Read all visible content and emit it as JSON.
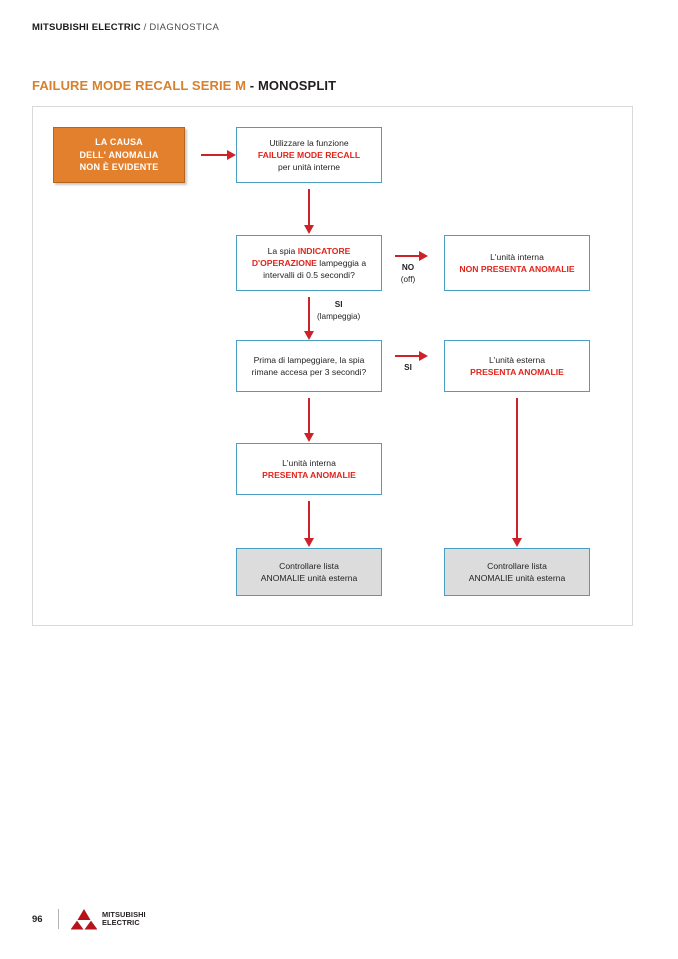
{
  "header": {
    "brand": "MITSUBISHI ELECTRIC",
    "separator": " / ",
    "section": "DIAGNOSTICA"
  },
  "title": {
    "highlight": "FAILURE MODE RECALL SERIE M",
    "rest": " - MONOSPLIT"
  },
  "colors": {
    "orange_fill": "#E3802E",
    "title_orange": "#D8802C",
    "box_border_blue": "#4A9EC4",
    "arrow_red": "#CC2229",
    "text_red": "#E2231A",
    "gray_fill": "#DCDCDC",
    "frame_border": "#D9D9D9",
    "logo_red": "#B5121B"
  },
  "diagram": {
    "nodes": [
      {
        "id": "start",
        "type": "orange",
        "lines": [
          "LA CAUSA",
          "DELL' ANOMALIA",
          "NON È EVIDENTE"
        ]
      },
      {
        "id": "use-function",
        "type": "white",
        "line1": "Utilizzare la funzione",
        "line2_red": "FAILURE MODE RECALL",
        "line3": "per unità interne"
      },
      {
        "id": "decision-blink",
        "type": "white",
        "seg1": "La spia ",
        "seg2_red": "INDICATORE D'OPERAZIONE",
        "seg3": " lampeggia a intervalli di 0.5 secondi?"
      },
      {
        "id": "indoor-no-fault",
        "type": "white",
        "line1": "L'unità interna",
        "line2_red": "NON PRESENTA ANOMALIE"
      },
      {
        "id": "decision-3sec",
        "type": "white",
        "line1": "Prima di lampeggiare, la spia",
        "line2": "rimane accesa per 3 secondi?"
      },
      {
        "id": "outdoor-fault",
        "type": "white",
        "line1": "L'unità esterna",
        "line2_red": "PRESENTA ANOMALIE"
      },
      {
        "id": "indoor-fault",
        "type": "white",
        "line1": "L'unità interna",
        "line2_red": "PRESENTA ANOMALIE"
      },
      {
        "id": "check-list-left",
        "type": "gray",
        "line1": "Controllare lista",
        "line2": "ANOMALIE unità esterna"
      },
      {
        "id": "check-list-right",
        "type": "gray",
        "line1": "Controllare lista",
        "line2": "ANOMALIE unità esterna"
      }
    ],
    "edge_labels": [
      {
        "id": "no-off",
        "main": "NO",
        "sub": "(off)"
      },
      {
        "id": "si-lampeggia",
        "main": "SI",
        "sub": "(lampeggia)"
      },
      {
        "id": "si-3sec",
        "main": "SI",
        "sub": ""
      }
    ]
  },
  "footer": {
    "page_number": "96",
    "logo_line1": "MITSUBISHI",
    "logo_line2": "ELECTRIC"
  }
}
